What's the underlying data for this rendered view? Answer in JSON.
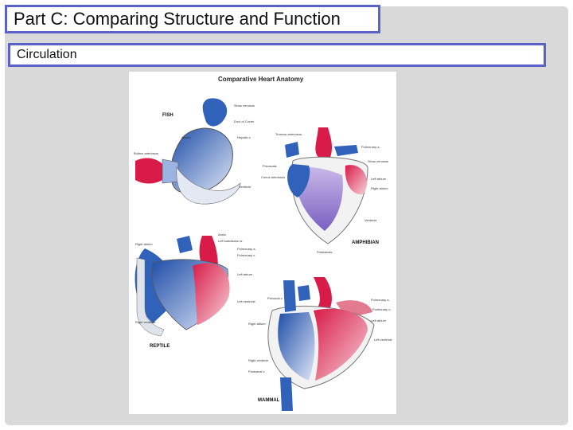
{
  "slide": {
    "title": "Part C:  Comparing Structure and Function",
    "subtitle": "Circulation"
  },
  "figure": {
    "title": "Comparative Heart Anatomy",
    "groups": {
      "fish": "FISH",
      "amphibian": "AMPHIBIAN",
      "reptile": "REPTILE",
      "mammal": "MAMMAL"
    },
    "labels": {
      "fish": [
        "Sinus venosus",
        "Duct of Cuvier",
        "Atrium",
        "Hepatic v.",
        "Bulbus arteriosus",
        "Ventricle"
      ],
      "amphibian": [
        "Truncus arteriosus",
        "Pulmonary a.",
        "Precavals",
        "Sinus venosus",
        "Conus arteriosus",
        "Left atrium",
        "Right atrium",
        "Ventricle",
        "Postcavals"
      ],
      "reptile": [
        "Aorta",
        "Left subclavian a.",
        "Pulmonary a.",
        "Pulmonary v.",
        "Right atrium",
        "Left atrium",
        "Left ventricle",
        "Right ventricle"
      ],
      "mammal": [
        "Precaval v.",
        "Pulmonary a.",
        "Pulmonary v.",
        "Right atrium",
        "Left atrium",
        "Left ventricle",
        "Right ventricle",
        "Postcaval v."
      ]
    }
  },
  "colors": {
    "frame_border": "#5b63c8",
    "slide_bg": "#d9d9d9",
    "oxygenated": "#e0284f",
    "deoxygenated": "#2f62b8",
    "mixed": "#8a78c8"
  }
}
